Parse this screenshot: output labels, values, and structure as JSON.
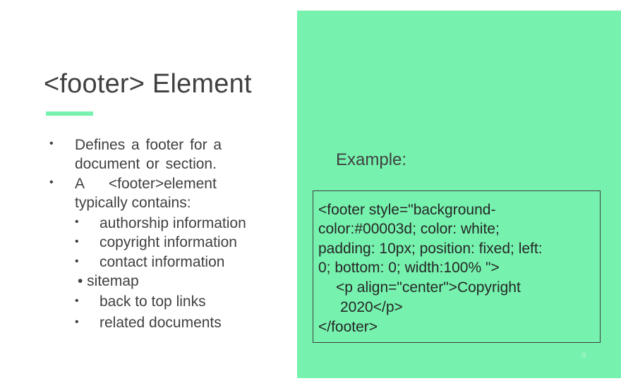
{
  "slide": {
    "title": "<footer> Element",
    "bullets": [
      {
        "lines": [
          "Defines a footer for a",
          "document or section."
        ]
      },
      {
        "lines": [
          "A      <footer>element",
          "typically contains:"
        ]
      }
    ],
    "sub_items": [
      "authorship information",
      "copyright information",
      "contact information",
      "• sitemap",
      "back to top links",
      "related documents"
    ],
    "example_label": "Example:",
    "code_lines": [
      "<footer style=\"background-",
      "color:#00003d; color: white;",
      "padding: 10px; position: fixed; left:",
      "0; bottom: 0; width:100% \">",
      "<p align=\"center\">Copyright",
      "2020</p>",
      "</footer>"
    ],
    "page_number": "9"
  },
  "colors": {
    "accent": "#76f2ae",
    "text": "#404040"
  }
}
